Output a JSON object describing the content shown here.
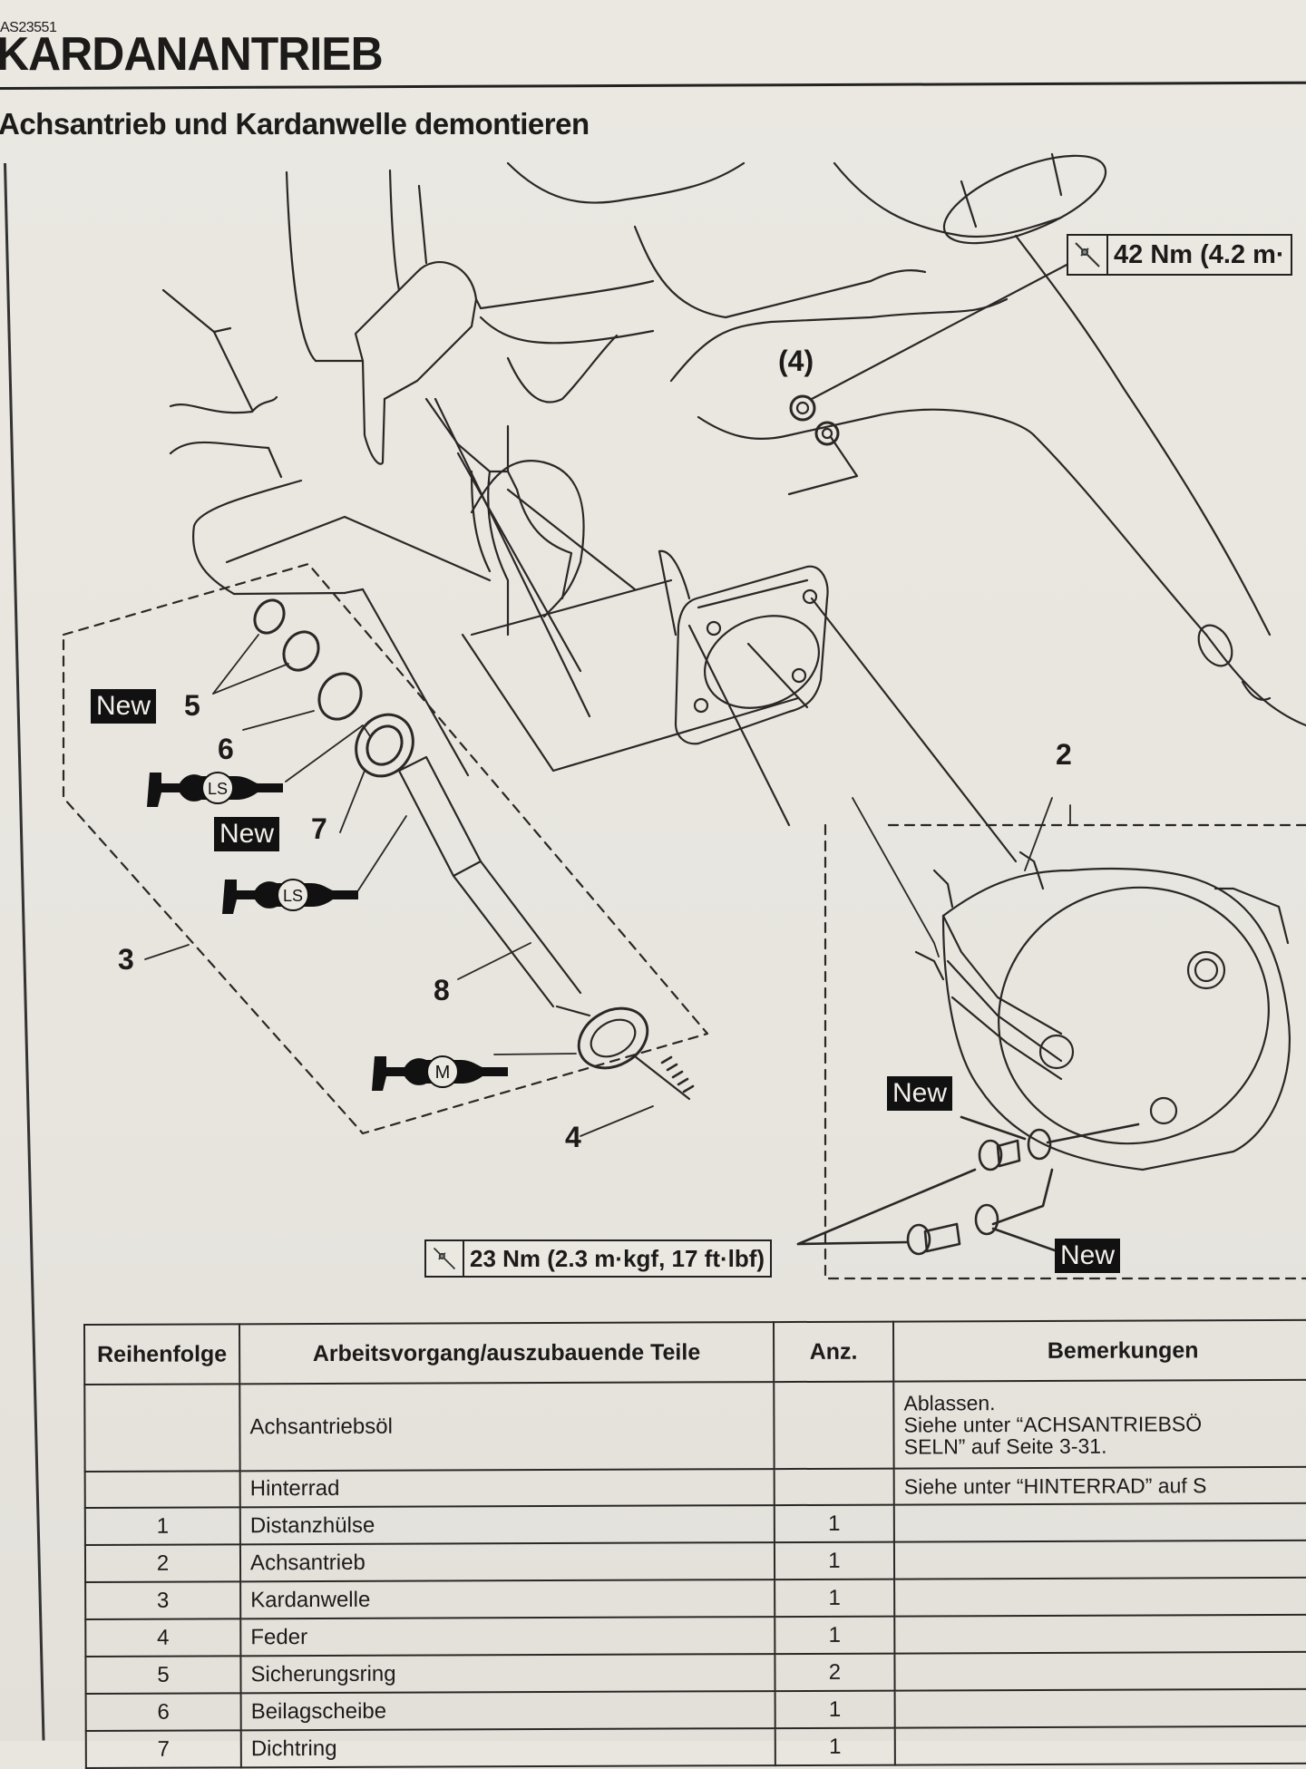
{
  "header": {
    "doc_code": "AS23551",
    "chapter_title": "KARDANANTRIEB",
    "section_title": "Achsantrieb und Kardanwelle demontieren"
  },
  "diagram": {
    "callouts": {
      "c2": "2",
      "c3": "3",
      "c4": "4",
      "c4_paren": "(4)",
      "c5": "5",
      "c6": "6",
      "c7": "7",
      "c8": "8"
    },
    "new_badge_label": "New",
    "torque_specs": {
      "upper": "42 Nm (4.2 m·",
      "lower": "23 Nm (2.3 m·kgf, 17 ft·lbf)"
    },
    "lubricant_symbols": [
      {
        "type": "grease-LS",
        "label": "LS"
      },
      {
        "type": "grease-LS",
        "label": "LS"
      },
      {
        "type": "grease-M",
        "label": "M"
      }
    ],
    "icons": {
      "torque": "torque-wrench-icon",
      "lubricant": "grease-gun-icon"
    }
  },
  "table": {
    "headers": [
      "Reihenfolge",
      "Arbeitsvorgang/auszubauende Teile",
      "Anz.",
      "Bemerkungen"
    ],
    "rows": [
      {
        "seq": "",
        "part": "Achsantriebsöl",
        "qty": "",
        "remarks": "Ablassen.\nSiehe unter “ACHSANTRIEBSÖ\nSELN” auf Seite 3-31."
      },
      {
        "seq": "",
        "part": "Hinterrad",
        "qty": "",
        "remarks": "Siehe unter “HINTERRAD” auf S"
      },
      {
        "seq": "1",
        "part": "Distanzhülse",
        "qty": "1",
        "remarks": ""
      },
      {
        "seq": "2",
        "part": "Achsantrieb",
        "qty": "1",
        "remarks": ""
      },
      {
        "seq": "3",
        "part": "Kardanwelle",
        "qty": "1",
        "remarks": ""
      },
      {
        "seq": "4",
        "part": "Feder",
        "qty": "1",
        "remarks": ""
      },
      {
        "seq": "5",
        "part": "Sicherungsring",
        "qty": "2",
        "remarks": ""
      },
      {
        "seq": "6",
        "part": "Beilagscheibe",
        "qty": "1",
        "remarks": ""
      },
      {
        "seq": "7",
        "part": "Dichtring",
        "qty": "1",
        "remarks": ""
      }
    ]
  }
}
